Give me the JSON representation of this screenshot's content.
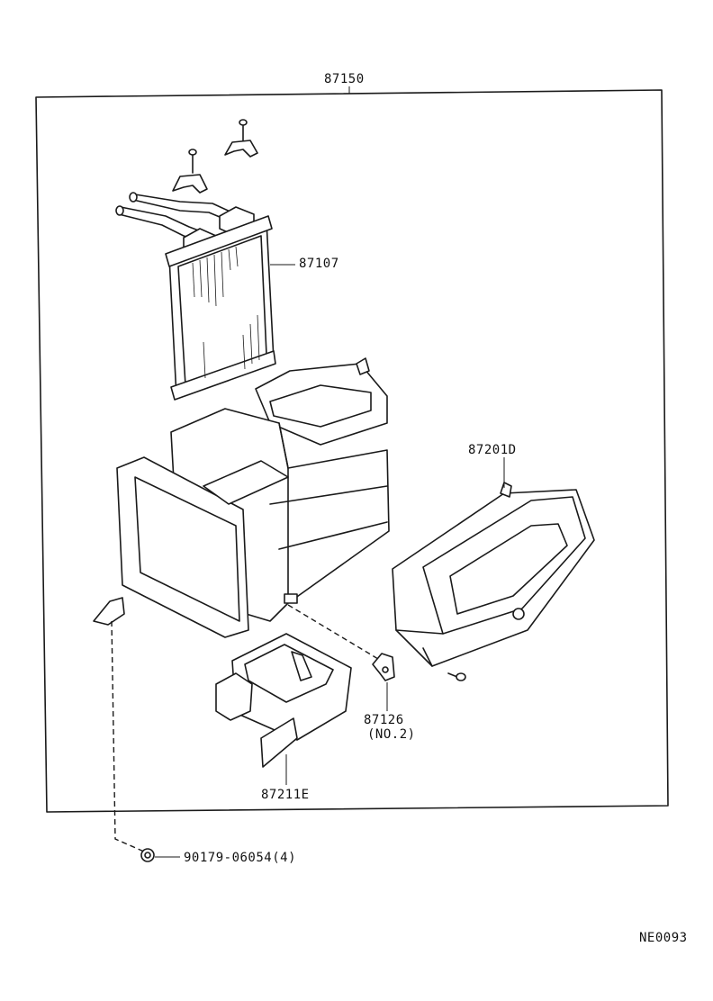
{
  "diagram": {
    "callouts": {
      "assembly": "87150",
      "heater_core": "87107",
      "duct_right": "87201D",
      "clamp": "87126",
      "clamp_note": "(NO.2)",
      "duct_lower": "87211E",
      "nut": "90179-06054(4)"
    },
    "figure_code": "NE0093"
  }
}
